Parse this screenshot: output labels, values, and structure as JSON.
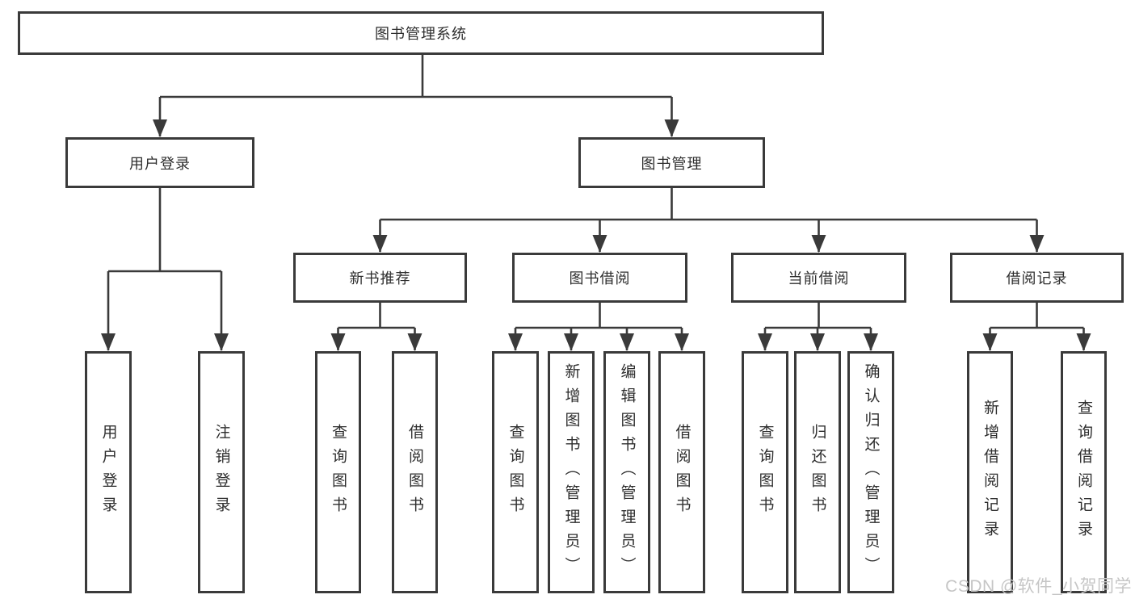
{
  "diagram": {
    "root": {
      "label": "图书管理系统"
    },
    "level2": [
      {
        "label": "用户登录",
        "children": [
          "用户登录",
          "注销登录"
        ]
      },
      {
        "label": "图书管理",
        "children": [
          {
            "label": "新书推荐",
            "children": [
              "查询图书",
              "借阅图书"
            ]
          },
          {
            "label": "图书借阅",
            "children": [
              "查询图书",
              "新增图书（管理员）",
              "编辑图书（管理员）",
              "借阅图书"
            ]
          },
          {
            "label": "当前借阅",
            "children": [
              "查询图书",
              "归还图书",
              "确认归还（管理员）"
            ]
          },
          {
            "label": "借阅记录",
            "children": [
              "新增借阅记录",
              "查询借阅记录"
            ]
          }
        ]
      }
    ]
  },
  "watermark": {
    "text": "CSDN @软件_小贺同学"
  },
  "colors": {
    "line": "#3a3a3a",
    "text": "#2e2e2e",
    "watermark": "#c6c6c6",
    "background": "#ffffff"
  }
}
